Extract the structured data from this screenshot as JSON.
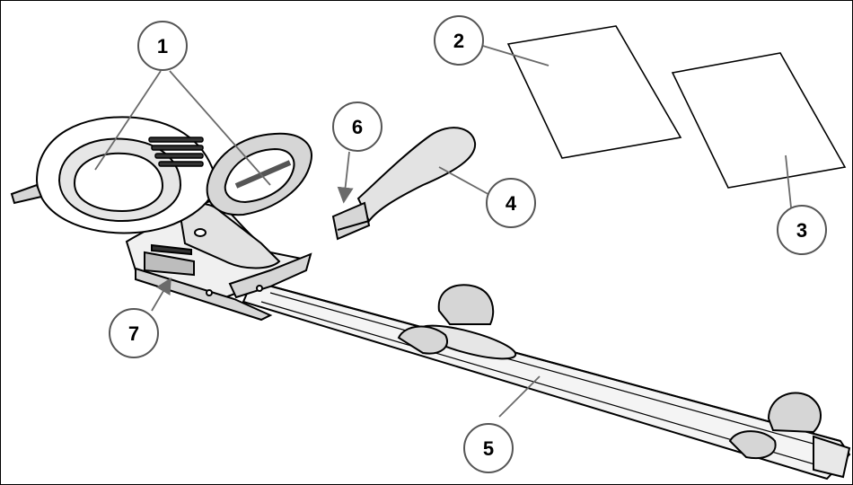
{
  "figure": {
    "callouts": [
      {
        "id": "1",
        "label": "1"
      },
      {
        "id": "2",
        "label": "2"
      },
      {
        "id": "3",
        "label": "3"
      },
      {
        "id": "4",
        "label": "4"
      },
      {
        "id": "5",
        "label": "5"
      },
      {
        "id": "6",
        "label": "6"
      },
      {
        "id": "7",
        "label": "7"
      }
    ]
  },
  "colors": {
    "line": "#000000",
    "fill": "#ffffff",
    "shade": "#d6d6d6",
    "dark": "#555555",
    "leader": "#6a6a6a"
  }
}
